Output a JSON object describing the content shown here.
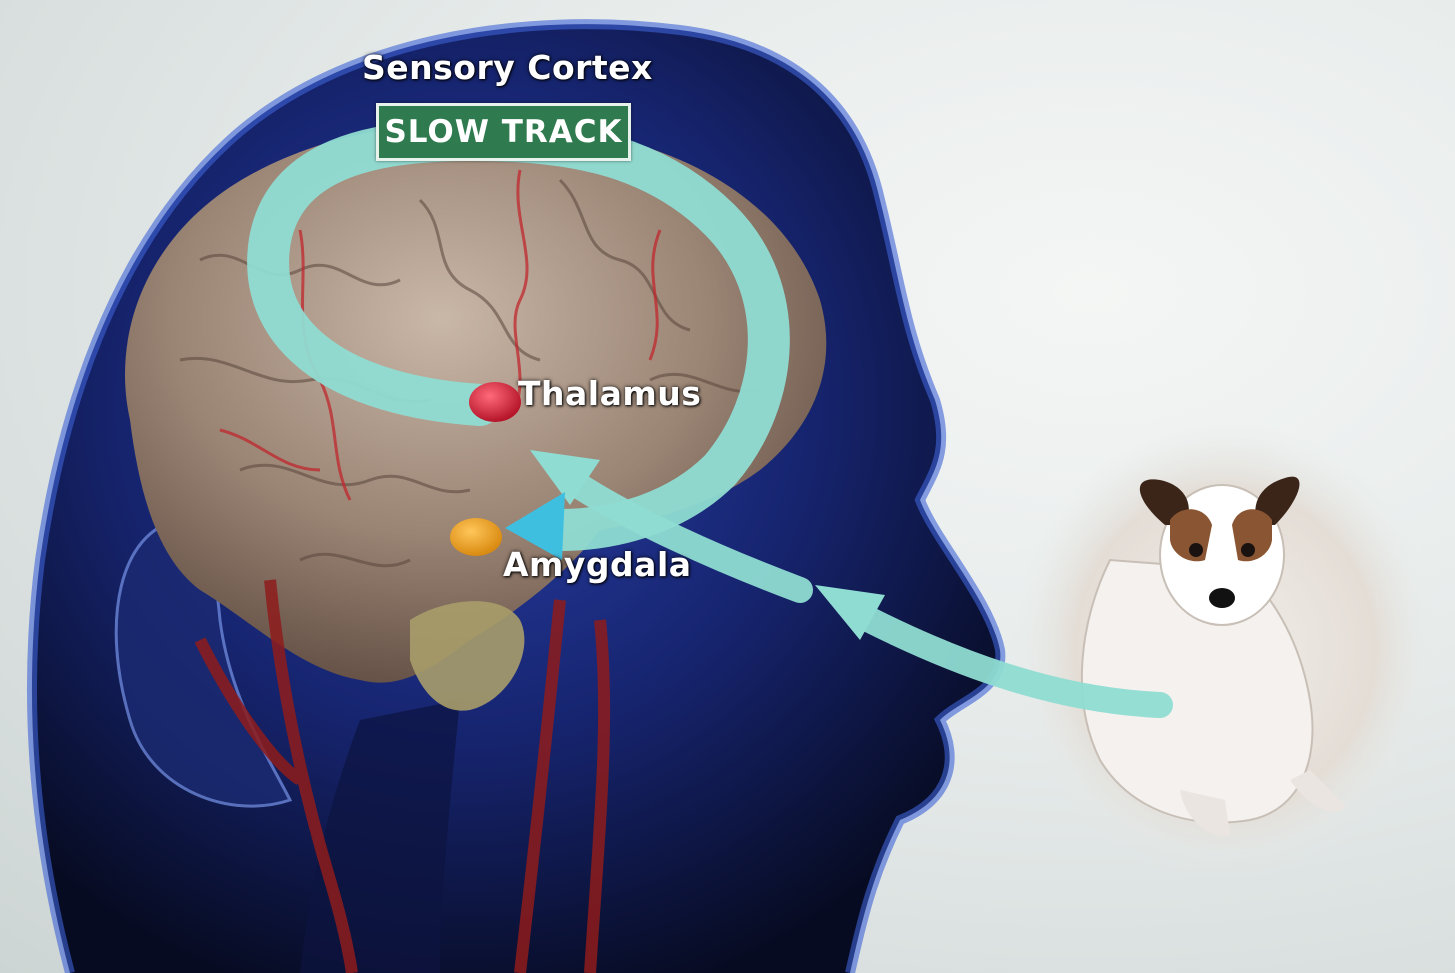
{
  "labels": {
    "sensory_cortex": "Sensory Cortex",
    "slow_track": "SLOW TRACK",
    "thalamus": "Thalamus",
    "amygdala": "Amygdala"
  },
  "colors": {
    "pathway_arrow": "#8fdcd2",
    "thalamus_node": "#d8283e",
    "amygdala_node": "#f0a02a",
    "slow_track_sign": "#2f7a4e",
    "head_shell": "#1a2f8a",
    "brain": "#9a8474"
  },
  "icons": {
    "head": "head-silhouette-icon",
    "brain": "brain-icon",
    "dog": "dog-icon"
  }
}
